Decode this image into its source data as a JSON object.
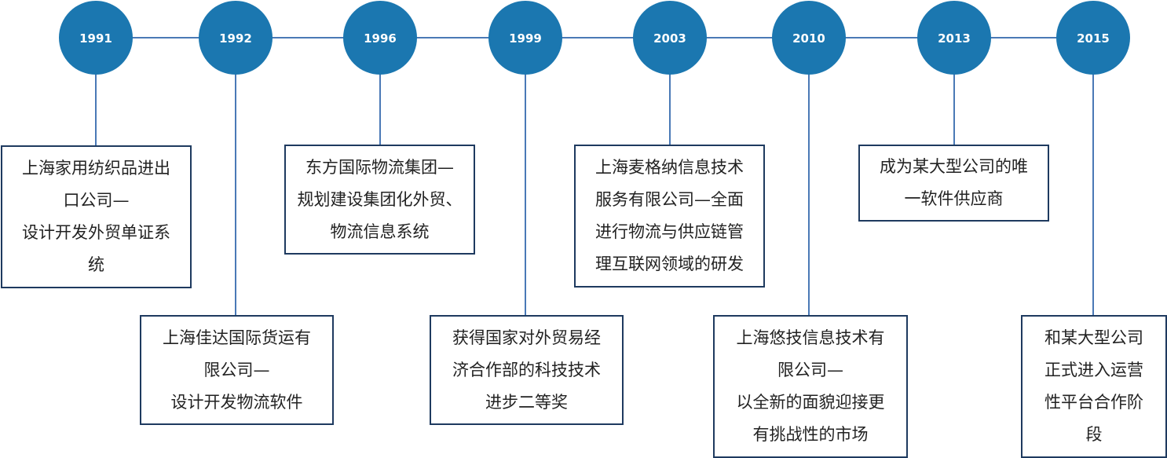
{
  "colors": {
    "node": "#1b77b0",
    "line": "#4a79b6",
    "box_border": "#1e3a5f",
    "node_text": "#ffffff"
  },
  "events": [
    {
      "year": "1991",
      "lines": [
        "上海家用纺织品进出",
        "口公司—",
        "设计开发外贸单证系",
        "统"
      ]
    },
    {
      "year": "1992",
      "lines": [
        "上海佳达国际货运有",
        "限公司—",
        "设计开发物流软件"
      ]
    },
    {
      "year": "1996",
      "lines": [
        "东方国际物流集团—",
        "规划建设集团化外贸、",
        "物流信息系统"
      ]
    },
    {
      "year": "1999",
      "lines": [
        "获得国家对外贸易经",
        "济合作部的科技技术",
        "进步二等奖"
      ]
    },
    {
      "year": "2003",
      "lines": [
        "上海麦格纳信息技术",
        "服务有限公司—全面",
        "进行物流与供应链管",
        "理互联网领域的研发"
      ]
    },
    {
      "year": "2010",
      "lines": [
        "上海悠技信息技术有",
        "限公司—",
        "以全新的面貌迎接更",
        "有挑战性的市场"
      ]
    },
    {
      "year": "2013",
      "lines": [
        "成为某大型公司的唯",
        "一软件供应商"
      ]
    },
    {
      "year": "2015",
      "lines": [
        "和某大型公司",
        "正式进入运营",
        "性平台合作阶",
        "段"
      ]
    }
  ]
}
